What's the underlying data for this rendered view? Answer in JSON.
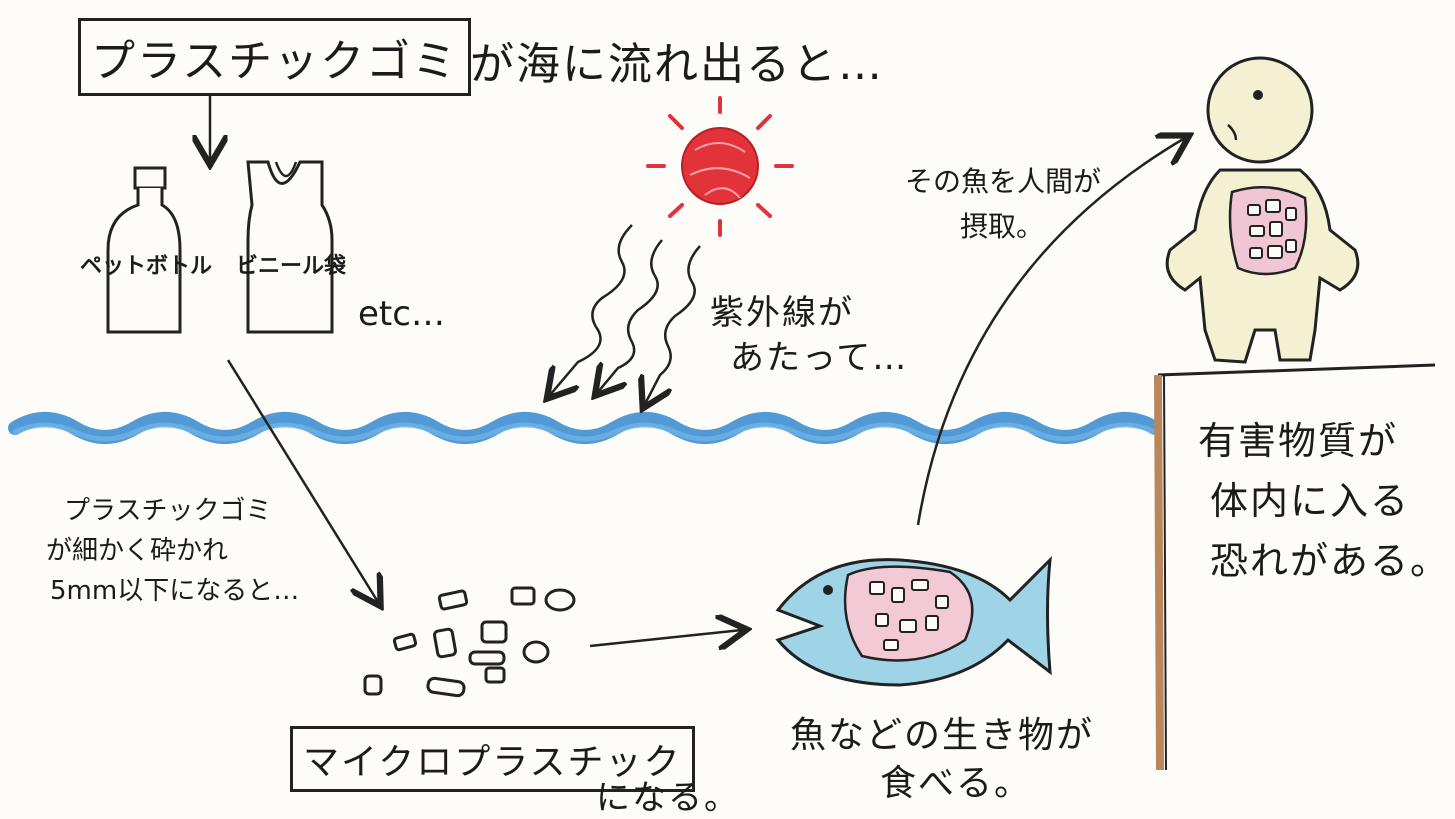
{
  "title_box": "プラスチックゴミ",
  "title_rest": "が海に流れ出ると…",
  "bottle_label": "ペットボトル",
  "bag_label": "ビニール袋",
  "etc_label": "etc…",
  "uv_line1": "紫外線が",
  "uv_line2": "あたって…",
  "break_line1": "プラスチックゴミ",
  "break_line2": "が細かく砕かれ",
  "break_line3": "5mm以下になると…",
  "micro_box": "マイクロプラスチック",
  "micro_rest": "になる。",
  "eat_line1": "魚などの生き物が",
  "eat_line2": "食べる。",
  "human_line1": "その魚を人間が",
  "human_line2": "摂取。",
  "harm_line1": "有害物質が",
  "harm_line2": "体内に入る",
  "harm_line3": "恐れがある。",
  "colors": {
    "water": "#3f8fd1",
    "sun": "#e2333a",
    "fish_body": "#9fd3e6",
    "fish_belly": "#f3c9d6",
    "human_skin": "#f4f1d2",
    "human_stomach": "#f1c6d4",
    "cliff": "#b9875a",
    "ink": "#222222"
  },
  "icons": [
    "pet-bottle-icon",
    "plastic-bag-icon",
    "sun-icon",
    "uv-ray-icon",
    "fish-icon",
    "human-icon",
    "microplastic-fragment-icon"
  ]
}
